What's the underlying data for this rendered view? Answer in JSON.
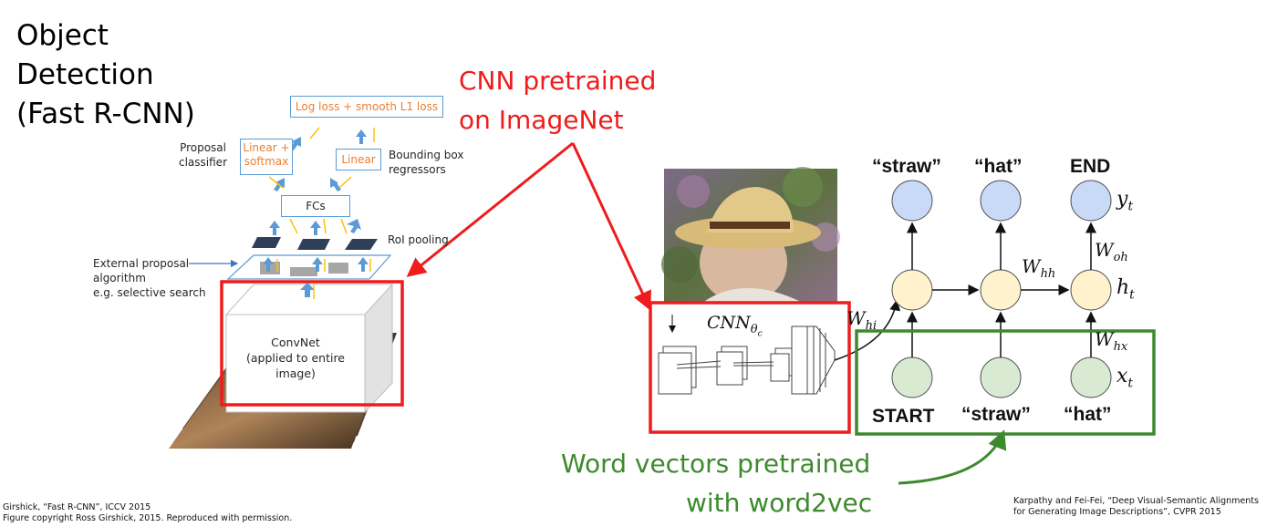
{
  "title": {
    "line1": "Object",
    "line2": "Detection",
    "line3": "(Fast R-CNN)"
  },
  "fast_rcnn": {
    "loss_box": "Log loss + smooth L1 loss",
    "linear_softmax_line1": "Linear +",
    "linear_softmax_line2": "softmax",
    "linear": "Linear",
    "fcs": "FCs",
    "proposal_classifier_line1": "Proposal",
    "proposal_classifier_line2": "classifier",
    "bbox_regressors_line1": "Bounding box",
    "bbox_regressors_line2": "regressors",
    "roi_pooling": "RoI pooling",
    "external_proposal_line1": "External proposal",
    "external_proposal_line2": "algorithm",
    "external_proposal_line3": "e.g. selective search",
    "convnet_line1": "ConvNet",
    "convnet_line2": "(applied to entire",
    "convnet_line3": "image)"
  },
  "annotations": {
    "cnn_pretrained_line1": "CNN pretrained",
    "cnn_pretrained_line2": "on ImageNet",
    "word_vectors_line1": "Word vectors pretrained",
    "word_vectors_line2": "with word2vec"
  },
  "captioning": {
    "outputs": [
      "“straw”",
      "“hat”",
      "END"
    ],
    "inputs": [
      "START",
      "“straw”",
      "“hat”"
    ],
    "cnn_label": "CNN",
    "cnn_subscript": "θ",
    "cnn_subsub": "c",
    "y_t": "y",
    "h_t": "h",
    "x_t": "x",
    "t_sub": "t",
    "W_hh": "W",
    "W_hh_sub": "hh",
    "W_oh": "W",
    "W_oh_sub": "oh",
    "W_hi": "W",
    "W_hi_sub": "hi",
    "W_hx": "W",
    "W_hx_sub": "hx"
  },
  "citations": {
    "left_line1": "Girshick, “Fast R-CNN”, ICCV 2015",
    "left_line2": "Figure copyright Ross Girshick, 2015. Reproduced with permission.",
    "right_line1": "Karpathy and Fei-Fei, “Deep Visual-Semantic Alignments",
    "right_line2": "for Generating Image Descriptions”, CVPR 2015"
  },
  "colors": {
    "highlight_red": "#ee1c1c",
    "highlight_green": "#3d8a2e",
    "box_text_orange": "#ed7d31",
    "box_border_blue": "#5b9bd5",
    "output_node": "#c9daf8",
    "hidden_node": "#fff2cc",
    "input_node": "#d9ead3"
  }
}
